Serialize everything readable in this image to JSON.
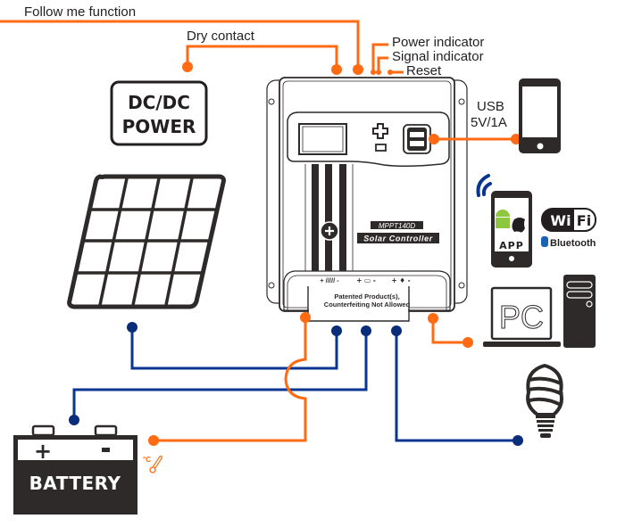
{
  "labels": {
    "follow_me": "Follow me function",
    "dry_contact": "Dry contact",
    "power_indicator": "Power indicator",
    "signal_indicator": "Signal indicator",
    "reset": "Reset",
    "usb_line1": "USB",
    "usb_line2": "5V/1A"
  },
  "dcdc": {
    "line1": "DC/DC",
    "line2": "POWER"
  },
  "controller": {
    "model": "MPPT140D",
    "name": "Solar Controller",
    "terminal_pv": "+ ///// -",
    "terminal_batt": "+ ▭ -",
    "terminal_load": "+ ♦ -",
    "notice_line1": "Patented Product(s),",
    "notice_line2": "Counterfeiting  Not  Allowed",
    "button_plus": "+",
    "button_minus": "−"
  },
  "devices": {
    "battery": {
      "label": "BATTERY",
      "plus": "+",
      "minus": "-"
    },
    "pc": {
      "label": "PC"
    },
    "app": {
      "label": "APP"
    },
    "wifi": {
      "left": "Wi",
      "right": "Fi"
    },
    "bluetooth": {
      "label": "Bluetooth"
    },
    "temp_sensor": {
      "label": "°C"
    }
  },
  "colors": {
    "orange_wire": "#ff6a13",
    "blue_wire": "#0a3591",
    "device_dark": "#2e2a2a"
  }
}
